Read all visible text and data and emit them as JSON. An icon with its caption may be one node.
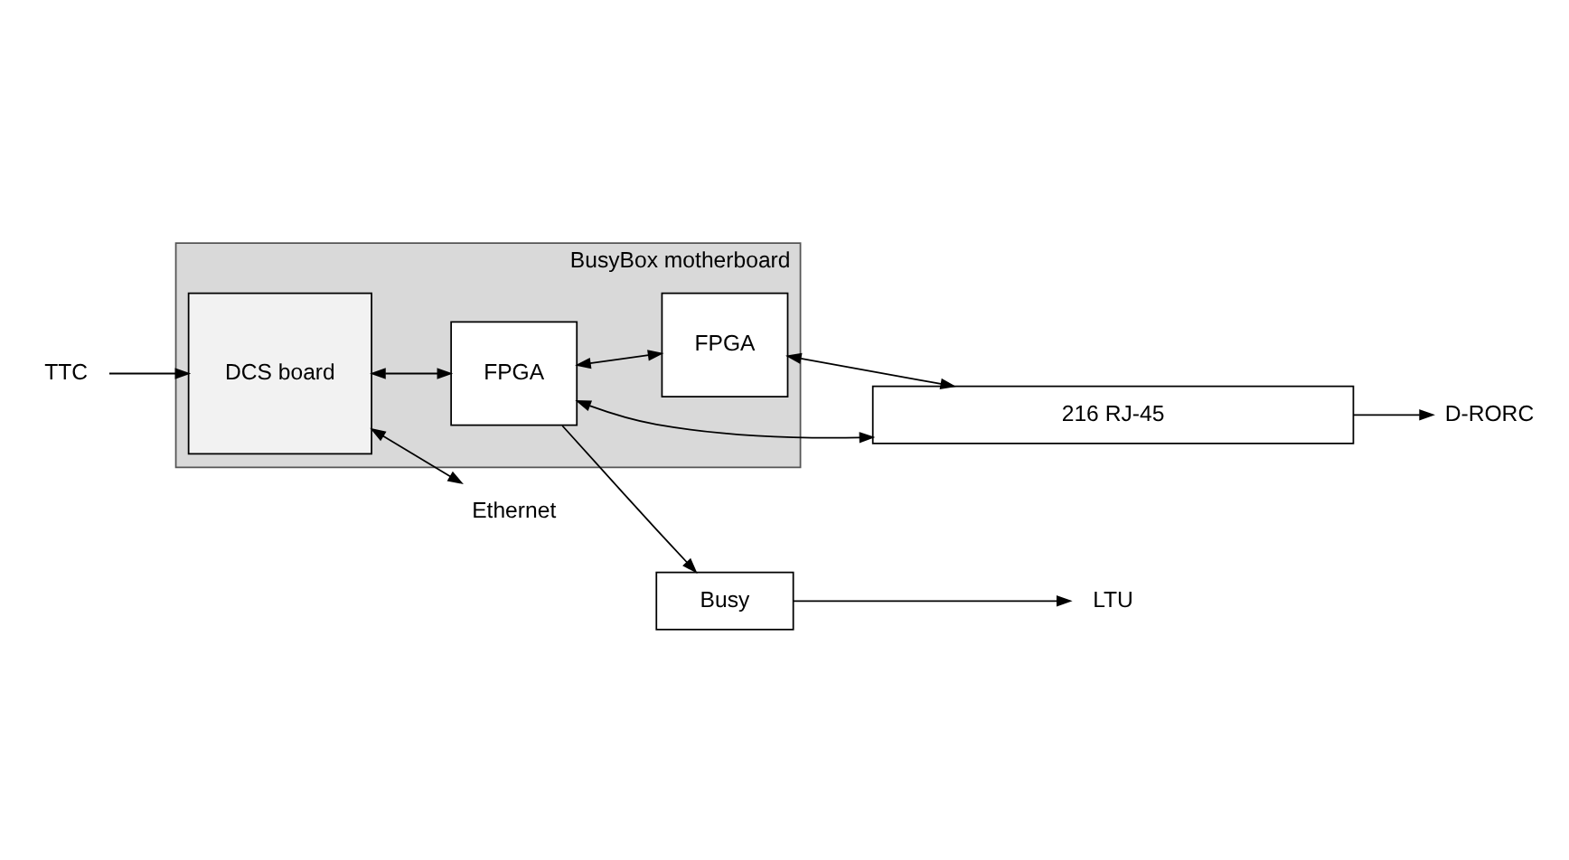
{
  "diagram": {
    "nodes": [
      {
        "text": [
          "BusyBox motherboard"
        ]
      },
      {
        "text": [
          "DCS board"
        ],
        "in": 0
      },
      {
        "text": [
          "FPGA"
        ],
        "in": 0
      },
      {
        "text": [
          "FPGA"
        ],
        "in": 0
      },
      {
        "text": [
          "Busy"
        ]
      },
      {
        "text": [
          "216 RJ-45"
        ]
      },
      {
        "text": [
          "TTC"
        ]
      },
      {
        "text": [
          "Ethernet"
        ]
      },
      {
        "text": [
          "LTU"
        ]
      },
      {
        "text": [
          "D-RORC"
        ]
      }
    ],
    "edges": [
      {
        "from": 6,
        "to": 1,
        "arrow": "to"
      },
      {
        "from": 1,
        "to": 7,
        "arrow": "both"
      },
      {
        "from": 1,
        "to": 2,
        "arrow": "both"
      },
      {
        "from": 2,
        "to": 3,
        "arrow": "both"
      },
      {
        "from": 2,
        "to": 4,
        "arrow": "to"
      },
      {
        "from": 2,
        "to": 5,
        "arrow": "both"
      },
      {
        "from": 3,
        "to": 5,
        "arrow": "both"
      },
      {
        "from": 4,
        "to": 8,
        "arrow": "to"
      },
      {
        "from": 5,
        "to": 9,
        "arrow": "to"
      }
    ]
  }
}
